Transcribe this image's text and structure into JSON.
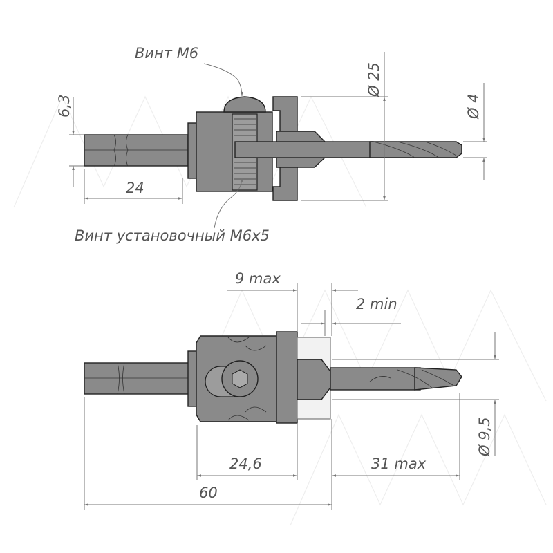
{
  "drawing": {
    "top_view": {
      "callout_screw": "Винт М6",
      "callout_set_screw": "Винт установочный М6х5",
      "dim_hex": "6,3",
      "dim_shank_length": "24",
      "dim_flange_diameter": "Ø 25",
      "dim_drill_diameter": "Ø 4"
    },
    "side_view": {
      "dim_max_depth": "9 max",
      "dim_min_gap": "2 min",
      "dim_countersink_diameter": "Ø 9,5",
      "dim_body_length": "24,6",
      "dim_drill_protrusion": "31 max",
      "dim_total_length": "60"
    }
  },
  "colors": {
    "part": "#8a8a8a",
    "outline": "#222222",
    "dimension": "#777777"
  }
}
